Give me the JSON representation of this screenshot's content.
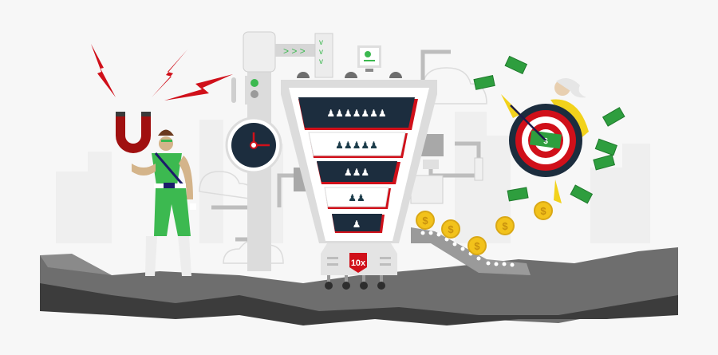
{
  "illustration": {
    "subject": "Sales funnel machine illustration",
    "badge_label": "10x",
    "colors": {
      "background": "#f7f7f7",
      "funnel_dark": "#1c2d3e",
      "funnel_light": "#ffffff",
      "accent_red": "#d0101a",
      "hero_green": "#3cb950",
      "coin_gold": "#f2c21b",
      "bill_green": "#2e9e3e",
      "ground_dark": "#4a4a4a",
      "machine_gray": "#d9d9d9"
    },
    "funnel_tiers": [
      {
        "people": 7,
        "style": "dark"
      },
      {
        "people": 5,
        "style": "light"
      },
      {
        "people": 3,
        "style": "dark"
      },
      {
        "people": 2,
        "style": "light"
      },
      {
        "people": 1,
        "style": "dark"
      }
    ],
    "icons": [
      "lightning-bolt-icon",
      "magnet-icon",
      "clock-icon",
      "traffic-light-icon",
      "monitor-chart-icon",
      "arrow-chevrons-icon",
      "target-icon",
      "dollar-bill-icon",
      "dollar-coin-icon",
      "conveyor-belt-icon"
    ]
  }
}
